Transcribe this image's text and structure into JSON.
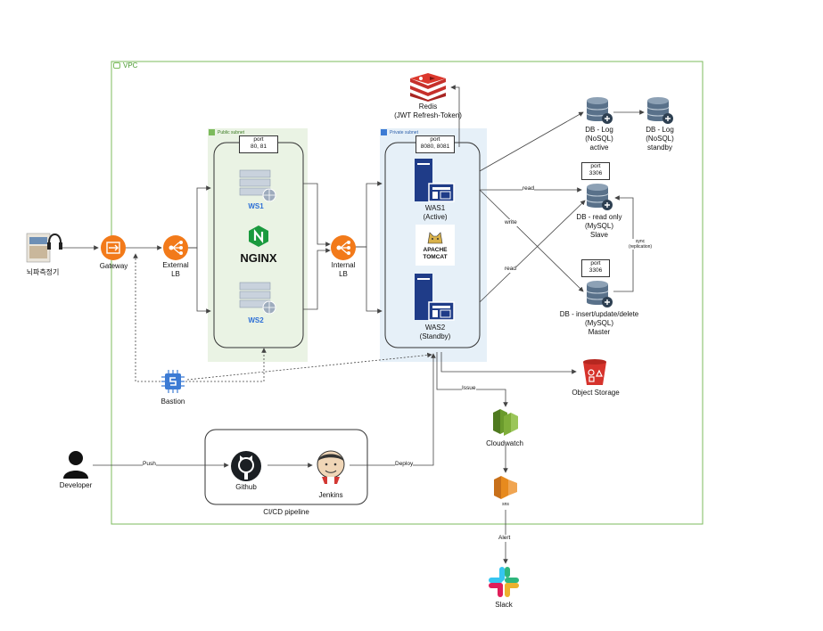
{
  "vpc": {
    "label": "VPC"
  },
  "public_subnet": {
    "label": "Public subnet"
  },
  "private_subnet": {
    "label": "Private subnet"
  },
  "client": {
    "label": "뇌파측정기"
  },
  "gateway": {
    "label": "Gateway"
  },
  "external_lb": {
    "line1": "External",
    "line2": "LB"
  },
  "web_port": {
    "line1": "port",
    "line2": "80, 81"
  },
  "ws1": {
    "label": "WS1"
  },
  "ws2": {
    "label": "WS2"
  },
  "nginx": {
    "label": "NGINX"
  },
  "internal_lb": {
    "line1": "Internal",
    "line2": "LB"
  },
  "was_port": {
    "line1": "port",
    "line2": "8080, 8081"
  },
  "was1": {
    "line1": "WAS1",
    "line2": "(Active)"
  },
  "was2": {
    "line1": "WAS2",
    "line2": "(Standby)"
  },
  "tomcat": {
    "line1": "APACHE",
    "line2": "TOMCAT"
  },
  "redis": {
    "line1": "Redis",
    "line2": "(JWT Refresh-Token)"
  },
  "db_log_active": {
    "line1": "DB - Log",
    "line2": "(NoSQL)",
    "line3": "active"
  },
  "db_log_standby": {
    "line1": "DB - Log",
    "line2": "(NoSQL)",
    "line3": "standby"
  },
  "db_slave_port": {
    "line1": "port",
    "line2": "3306"
  },
  "db_slave": {
    "line1": "DB - read only",
    "line2": "(MySQL)",
    "line3": "Slave"
  },
  "db_master_port": {
    "line1": "port",
    "line2": "3306"
  },
  "db_master": {
    "line1": "DB - insert/update/delete",
    "line2": "(MySQL)",
    "line3": "Master"
  },
  "edges": {
    "read_top": "read",
    "write": "write",
    "read_bottom": "read",
    "sync1": "sync",
    "sync2": "(replication)",
    "issue": "Issue",
    "push": "Push",
    "deploy": "Deploy",
    "alert": "Alert"
  },
  "object_storage": {
    "label": "Object Storage"
  },
  "bastion": {
    "label": "Bastion"
  },
  "cloudwatch": {
    "label": "Cloudwatch"
  },
  "sns": {
    "label": "sns"
  },
  "slack": {
    "label": "Slack"
  },
  "developer": {
    "label": "Developer"
  },
  "github": {
    "label": "Github"
  },
  "jenkins": {
    "label": "Jenkins"
  },
  "cicd": {
    "label": "CI/CD pipeline"
  },
  "colors": {
    "vpc_border": "#7cbb5c",
    "public_fill": "#eaf3e4",
    "private_fill": "#e6f0f8",
    "elb_orange": "#f27a1a",
    "was_navy": "#1f3c88",
    "db_slate": "#59718a",
    "redis_red": "#c6302b",
    "s3_red": "#d6332c",
    "aws_green": "#6a9a2c",
    "aws_orange": "#e78a1e",
    "bastion_blue": "#3c7bd4"
  }
}
